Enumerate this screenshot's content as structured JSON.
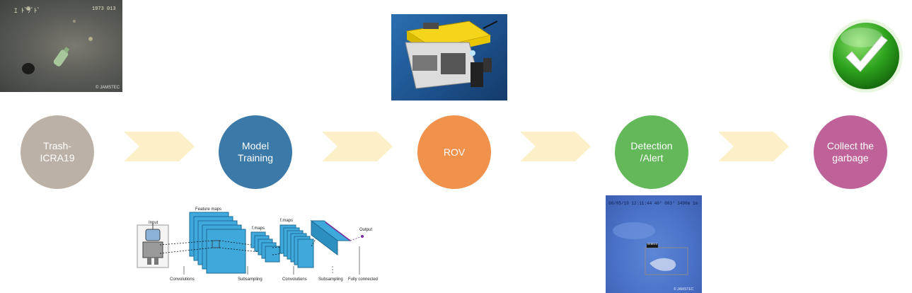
{
  "stages": [
    {
      "label": "Trash-ICRA19",
      "color": "#bcb1a6"
    },
    {
      "label": "Model Training",
      "color": "#3b79a8"
    },
    {
      "label": "ROV",
      "color": "#f0914c"
    },
    {
      "label": "Detection /Alert",
      "color": "#63b95a"
    },
    {
      "label": "Collect the garbage",
      "color": "#c0629a"
    }
  ],
  "arrow_color": "#fdf0c8",
  "seafloor_photo": {
    "overlay_text": "1973 013",
    "credit": "© JAMSTEC"
  },
  "cnn_diagram": {
    "input_label": "Input",
    "feature_maps_label": "Feature maps",
    "fmaps_label_1": "f.maps",
    "fmaps_label_2": "f.maps",
    "output_label": "Output",
    "convolutions_label_1": "Convolutions",
    "subsampling_label_1": "Subsampling",
    "convolutions_label_2": "Convolutions",
    "subsampling_label_2": "Subsampling",
    "fully_connected_label": "Fully connected"
  },
  "detection_photo": {
    "top_text": "06/05/19 12:11:44  40°   083°  3490m     1m",
    "box_label": "DEBRIS",
    "credit": "© JAMSTEC"
  }
}
